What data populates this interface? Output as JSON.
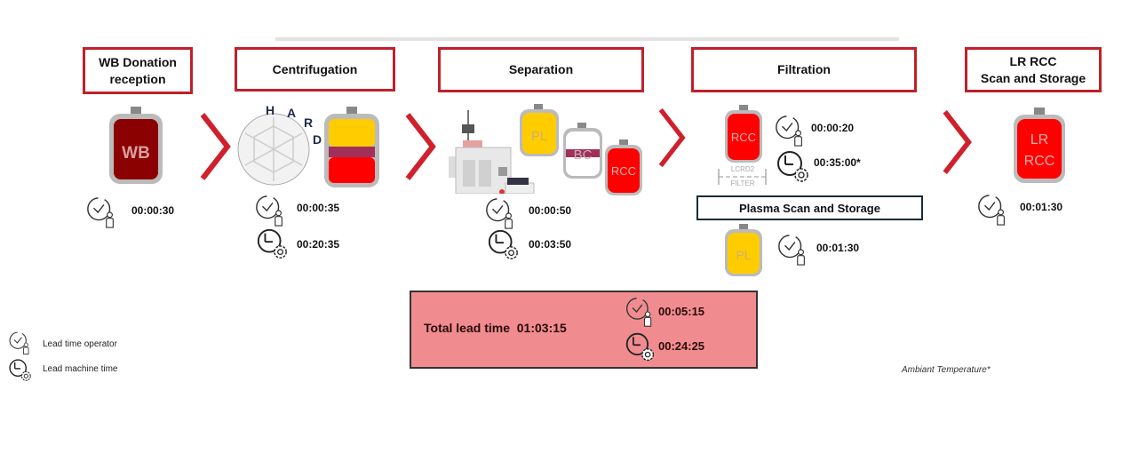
{
  "colors": {
    "accent_red": "#c0202c",
    "wb_bag": "#8b0000",
    "rcc_bag": "#ff0000",
    "pl_bag": "#ffcc00",
    "bc_band": "#a0305a",
    "total_box": "#f08c8f"
  },
  "stages": [
    {
      "title_line1": "WB Donation",
      "title_line2": "reception",
      "bag_label": "WB",
      "operator_time": "00:00:30"
    },
    {
      "title": "Centrifugation",
      "program_label": "HARD",
      "operator_time": "00:00:35",
      "machine_time": "00:20:35"
    },
    {
      "title": "Separation",
      "bags": [
        "PL",
        "BC",
        "RCC"
      ],
      "operator_time": "00:00:50",
      "machine_time": "00:03:50"
    },
    {
      "title": "Filtration",
      "bag_label": "RCC",
      "filter_label_1": "LCRD2",
      "filter_label_2": "FILTER",
      "operator_time": "00:00:20",
      "machine_time": "00:35:00*"
    },
    {
      "title_line1": "LR RCC",
      "title_line2": "Scan and Storage",
      "bag_label_1": "LR",
      "bag_label_2": "RCC",
      "operator_time": "00:01:30"
    }
  ],
  "plasma": {
    "title": "Plasma Scan and Storage",
    "bag_label": "PL",
    "operator_time": "00:01:30"
  },
  "total": {
    "label": "Total lead time",
    "value": "01:03:15",
    "operator_time": "00:05:15",
    "machine_time": "00:24:25"
  },
  "legend": [
    {
      "icon": "clock-operator-icon",
      "label": "Lead time operator"
    },
    {
      "icon": "clock-gear-icon",
      "label": "Lead machine time"
    }
  ],
  "footnote": "Ambiant Temperature*"
}
